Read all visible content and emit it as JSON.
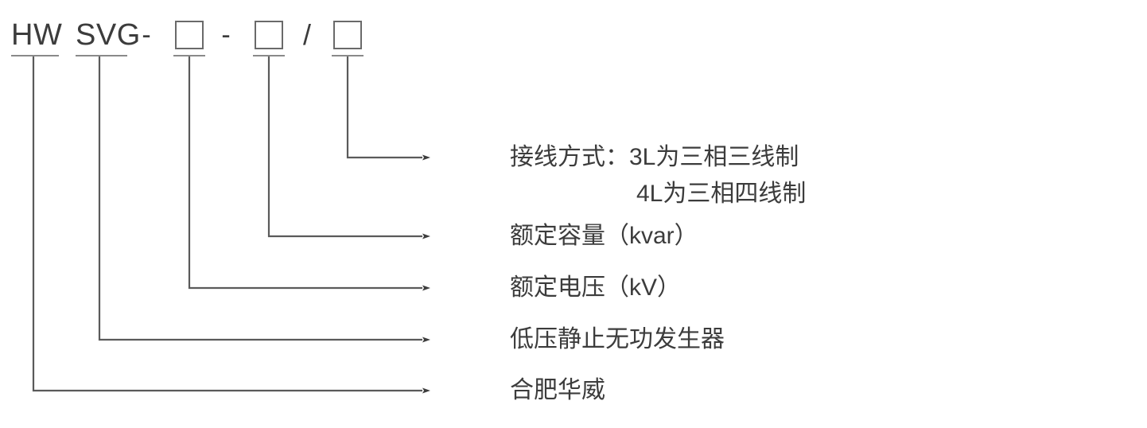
{
  "diagram": {
    "title": "HW SVG model designation breakdown",
    "line_color": "#5a5a5a",
    "text_color": "#3c3c3c",
    "arrow_color": "#3c3c3c",
    "background": "#ffffff"
  },
  "model_code": {
    "full": "HW SVG - □ - □ / □",
    "tokens": [
      {
        "text": "HW",
        "type": "text"
      },
      {
        "text": "SVG",
        "type": "text"
      },
      {
        "text": "-",
        "type": "separator"
      },
      {
        "text": "",
        "type": "box"
      },
      {
        "text": "-",
        "type": "separator"
      },
      {
        "text": "",
        "type": "box"
      },
      {
        "text": "/",
        "type": "separator"
      },
      {
        "text": "",
        "type": "box"
      }
    ]
  },
  "callouts": [
    {
      "id": "wiring-mode",
      "label": "接线方式：3L为三相三线制",
      "label_line2": "4L为三相四线制",
      "source_token": "third-box"
    },
    {
      "id": "rated-capacity",
      "label": "额定容量（kvar）",
      "label_line2": "",
      "source_token": "second-box"
    },
    {
      "id": "rated-voltage",
      "label": "额定电压（kV）",
      "label_line2": "",
      "source_token": "first-box"
    },
    {
      "id": "product-type",
      "label": "低压静止无功发生器",
      "label_line2": "",
      "source_token": "SVG"
    },
    {
      "id": "manufacturer",
      "label": "合肥华威",
      "label_line2": "",
      "source_token": "HW"
    }
  ]
}
